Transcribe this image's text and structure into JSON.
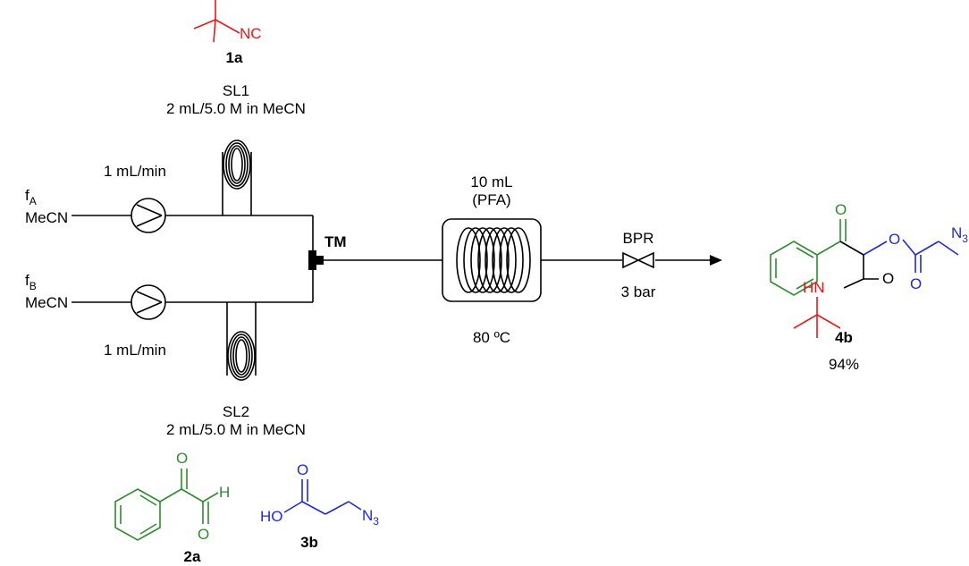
{
  "reagents": {
    "isocyanide": {
      "label": "1a",
      "group": "NC"
    },
    "glyoxal": {
      "label": "2a",
      "h": "H",
      "o": "O"
    },
    "azidoacid": {
      "label": "3b",
      "ho": "HO",
      "o": "O",
      "n3": "N"
    },
    "product": {
      "label": "4b",
      "yield": "94%",
      "o": "O",
      "n3": "N",
      "hn": "HN"
    }
  },
  "subscripts": {
    "three": "3",
    "a": "A",
    "b": "B"
  },
  "sample_loops": {
    "sl1": {
      "name": "SL1",
      "conc": "2 mL/5.0 M in MeCN"
    },
    "sl2": {
      "name": "SL2",
      "conc": "2 mL/5.0 M in MeCN"
    }
  },
  "streams": {
    "a": {
      "name": "f",
      "solvent": "MeCN",
      "flow": "1 mL/min"
    },
    "b": {
      "name": "f",
      "solvent": "MeCN",
      "flow": "1 mL/min"
    }
  },
  "mixer": {
    "label": "TM"
  },
  "reactor": {
    "volume": "10 mL",
    "material": "(PFA)",
    "temperature": "80 ºC"
  },
  "bpr": {
    "label": "BPR",
    "pressure": "3 bar"
  },
  "colors": {
    "red": "#e31a1c",
    "green": "#2e8b2e",
    "blue": "#1f2ad6",
    "black": "#000000"
  }
}
